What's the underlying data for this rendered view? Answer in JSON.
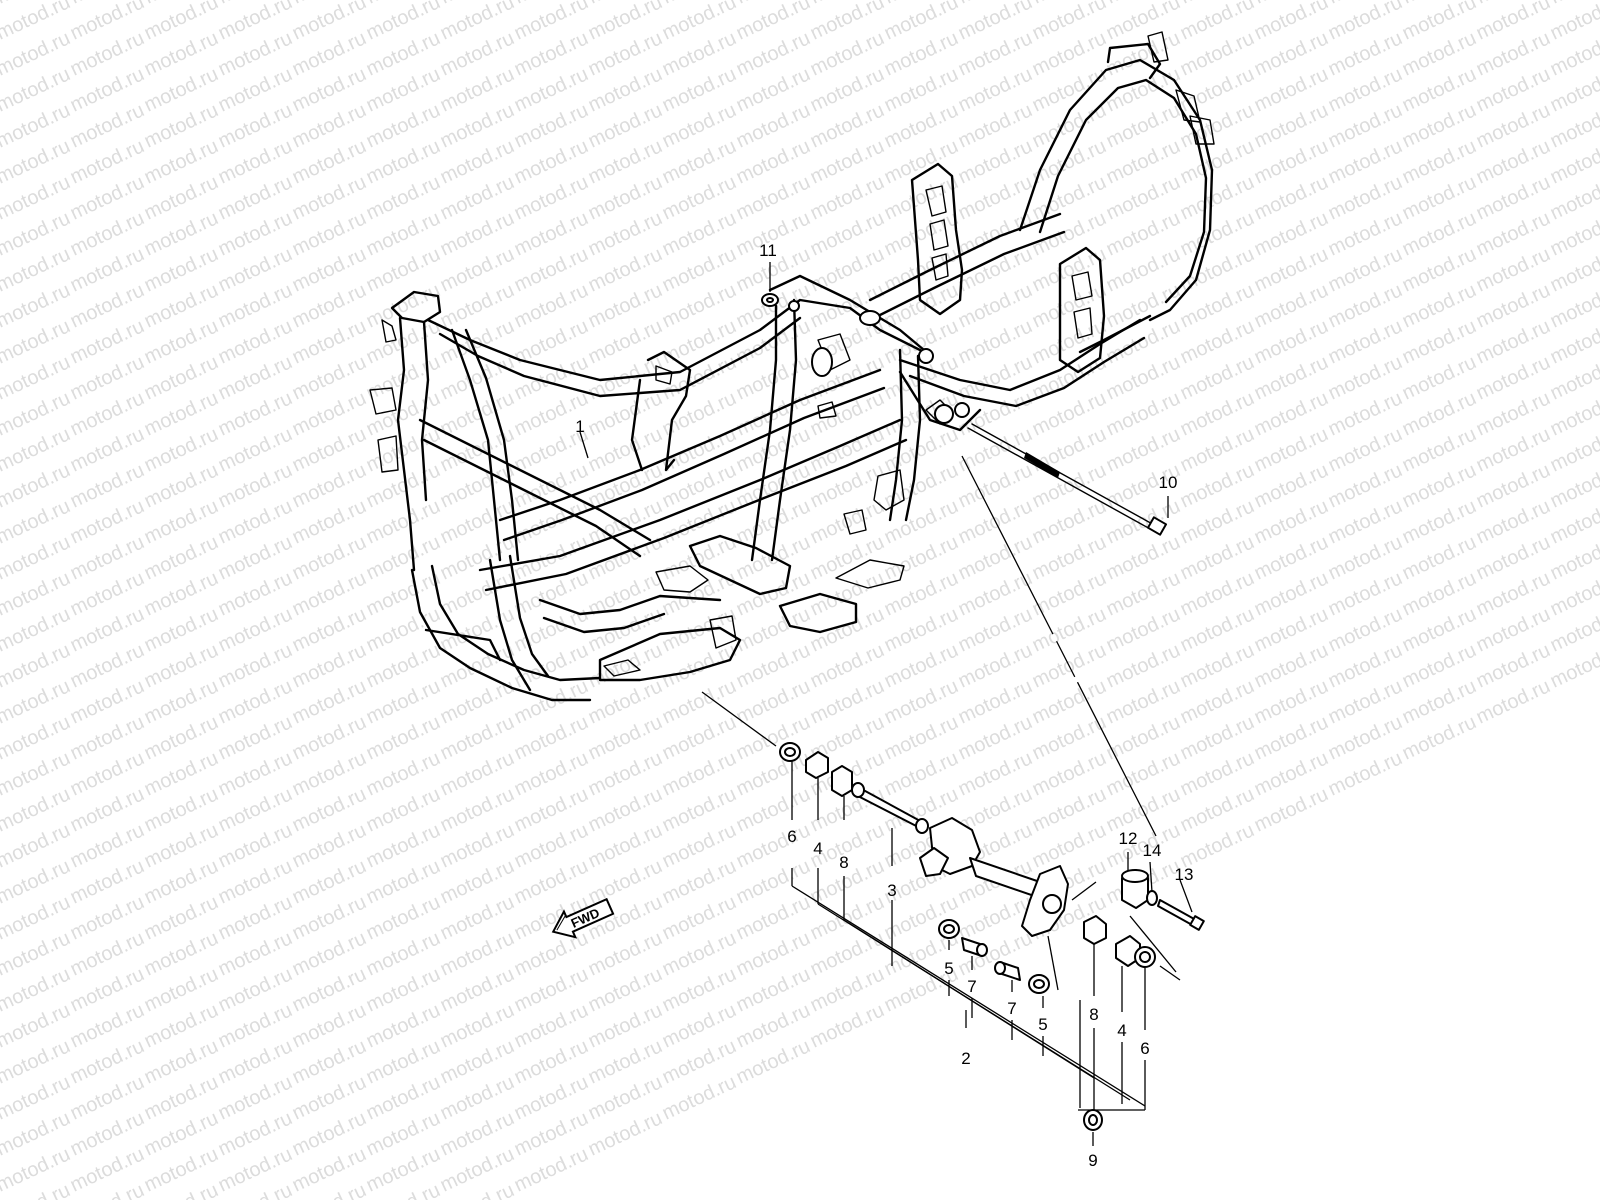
{
  "watermark": {
    "text": "motod.ru"
  },
  "direction_label": "FWD",
  "callouts": [
    {
      "id": "part-1",
      "label": "1"
    },
    {
      "id": "part-2",
      "label": "2"
    },
    {
      "id": "part-3",
      "label": "3"
    },
    {
      "id": "part-4a",
      "label": "4"
    },
    {
      "id": "part-4b",
      "label": "4"
    },
    {
      "id": "part-5a",
      "label": "5"
    },
    {
      "id": "part-5b",
      "label": "5"
    },
    {
      "id": "part-6a",
      "label": "6"
    },
    {
      "id": "part-6b",
      "label": "6"
    },
    {
      "id": "part-7a",
      "label": "7"
    },
    {
      "id": "part-7b",
      "label": "7"
    },
    {
      "id": "part-8a",
      "label": "8"
    },
    {
      "id": "part-8b",
      "label": "8"
    },
    {
      "id": "part-9",
      "label": "9"
    },
    {
      "id": "part-10",
      "label": "10"
    },
    {
      "id": "part-11",
      "label": "11"
    },
    {
      "id": "part-12",
      "label": "12"
    },
    {
      "id": "part-13",
      "label": "13"
    },
    {
      "id": "part-14",
      "label": "14"
    }
  ]
}
